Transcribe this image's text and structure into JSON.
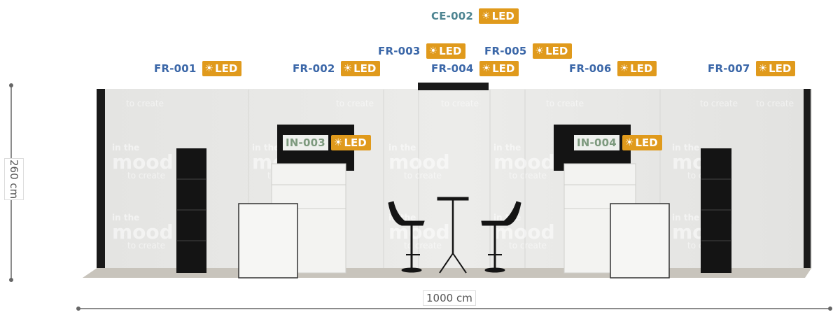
{
  "dimensions": {
    "height": "260 cm",
    "width": "1000 cm"
  },
  "backdrop_text": {
    "line1": "in the",
    "line2": "mood",
    "line3": "to create"
  },
  "led_label": "LED",
  "colors": {
    "fr": "#3b67a8",
    "ce": "#4d8491",
    "in": "#7d9a7e",
    "led": "#e09a1c",
    "wall": "#e8e8e6",
    "floor": "#c8c4bc",
    "furniture_dark": "#141414"
  },
  "labels": [
    {
      "id": "ce-002",
      "code": "CE-002",
      "type": "ce"
    },
    {
      "id": "fr-003",
      "code": "FR-003",
      "type": "fr"
    },
    {
      "id": "fr-005",
      "code": "FR-005",
      "type": "fr"
    },
    {
      "id": "fr-001",
      "code": "FR-001",
      "type": "fr"
    },
    {
      "id": "fr-002",
      "code": "FR-002",
      "type": "fr"
    },
    {
      "id": "fr-004",
      "code": "FR-004",
      "type": "fr"
    },
    {
      "id": "fr-006",
      "code": "FR-006",
      "type": "fr"
    },
    {
      "id": "fr-007",
      "code": "FR-007",
      "type": "fr"
    },
    {
      "id": "in-003",
      "code": "IN-003",
      "type": "in"
    },
    {
      "id": "in-004",
      "code": "IN-004",
      "type": "in"
    }
  ]
}
